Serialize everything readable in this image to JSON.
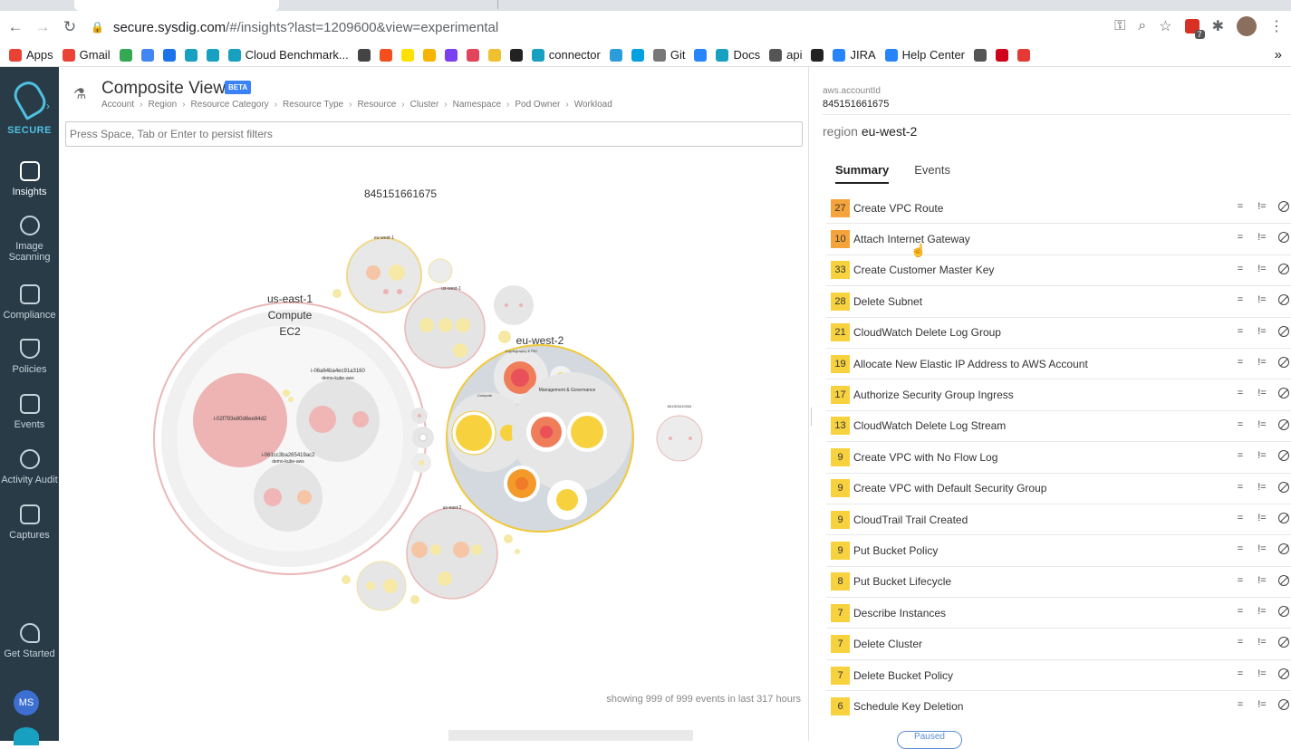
{
  "browser": {
    "url_host": "secure.sysdig.com",
    "url_path": "/#/insights?last=1209600&view=experimental",
    "bookmarks": [
      {
        "label": "Apps",
        "color": "#e94235"
      },
      {
        "label": "Gmail",
        "color": "#ea4335"
      },
      {
        "label": "",
        "color": "#34a853"
      },
      {
        "label": "",
        "color": "#4285f4"
      },
      {
        "label": "",
        "color": "#1a73e8"
      },
      {
        "label": "",
        "color": "#18a0c0"
      },
      {
        "label": "",
        "color": "#18a0c0"
      },
      {
        "label": "Cloud Benchmark...",
        "color": "#18a0c0"
      },
      {
        "label": "",
        "color": "#444"
      },
      {
        "label": "",
        "color": "#f24e1e"
      },
      {
        "label": "",
        "color": "#ffe000"
      },
      {
        "label": "",
        "color": "#f7b500"
      },
      {
        "label": "",
        "color": "#7b3ff2"
      },
      {
        "label": "",
        "color": "#e2445c"
      },
      {
        "label": "",
        "color": "#f0c030"
      },
      {
        "label": "",
        "color": "#222"
      },
      {
        "label": "connector",
        "color": "#18a0c0"
      },
      {
        "label": "",
        "color": "#2d9cdb"
      },
      {
        "label": "",
        "color": "#00a1e0"
      },
      {
        "label": "Git",
        "color": "#777"
      },
      {
        "label": "",
        "color": "#2684ff"
      },
      {
        "label": "Docs",
        "color": "#18a0c0"
      },
      {
        "label": "api",
        "color": "#555"
      },
      {
        "label": "",
        "color": "#222"
      },
      {
        "label": "JIRA",
        "color": "#2684ff"
      },
      {
        "label": "Help Center",
        "color": "#2684ff"
      },
      {
        "label": "",
        "color": "#555"
      },
      {
        "label": "",
        "color": "#d0021b"
      },
      {
        "label": "",
        "color": "#e53935"
      }
    ]
  },
  "sidebar": {
    "brand": "SECURE",
    "items": [
      {
        "label": "Insights",
        "active": true
      },
      {
        "label": "Image Scanning",
        "active": false
      },
      {
        "label": "Compliance",
        "active": false
      },
      {
        "label": "Policies",
        "active": false
      },
      {
        "label": "Events",
        "active": false
      },
      {
        "label": "Activity Audit",
        "active": false
      },
      {
        "label": "Captures",
        "active": false
      }
    ],
    "get_started": "Get Started",
    "user_initials": "MS"
  },
  "main": {
    "title": "Composite View",
    "badge": "BETA",
    "breadcrumbs": [
      "Account",
      "Region",
      "Resource Category",
      "Resource Type",
      "Resource",
      "Cluster",
      "Namespace",
      "Pod Owner",
      "Workload"
    ],
    "filter_placeholder": "Press Space, Tab or Enter to persist filters",
    "viz": {
      "account": "845151661675",
      "labels": {
        "us_east_1": "us-east-1",
        "compute": "Compute",
        "ec2": "EC2",
        "eu_west_2": "eu-west-2",
        "instance_a": "i-06a64ba4ec91a3160",
        "instance_a_sub": "demo-kube-aws",
        "instance_b": "i-02f793e80d6ee84d2",
        "instance_c": "i-061cc3ba265419ac2",
        "instance_c_sub": "demo-kube-aws",
        "eu_west_1": "eu-west-1",
        "us_west_1": "us-west-1",
        "us_east_2": "us-east-2",
        "cryptography": "Cryptography & PKI",
        "mgmt_gov": "Management & Governance",
        "compute_small": "Compute",
        "other_account": "661303410334"
      }
    },
    "showing": "showing 999 of 999 events in last 317 hours",
    "paused": "Paused"
  },
  "panel": {
    "account_label": "aws.accountId",
    "account_value": "845151661675",
    "region_label": "region",
    "region_value": "eu-west-2",
    "tabs": [
      "Summary",
      "Events"
    ],
    "active_tab": "Summary",
    "ops": [
      "=",
      "!="
    ],
    "rows": [
      {
        "count": "27",
        "label": "Create VPC Route",
        "color": "#f5a43b"
      },
      {
        "count": "10",
        "label": "Attach Internet Gateway",
        "color": "#f5a43b"
      },
      {
        "count": "33",
        "label": "Create Customer Master Key",
        "color": "#f7d23e"
      },
      {
        "count": "28",
        "label": "Delete Subnet",
        "color": "#f7d23e"
      },
      {
        "count": "21",
        "label": "CloudWatch Delete Log Group",
        "color": "#f7d23e"
      },
      {
        "count": "19",
        "label": "Allocate New Elastic IP Address to AWS Account",
        "color": "#f7d23e"
      },
      {
        "count": "17",
        "label": "Authorize Security Group Ingress",
        "color": "#f7d23e"
      },
      {
        "count": "13",
        "label": "CloudWatch Delete Log Stream",
        "color": "#f7d23e"
      },
      {
        "count": "9",
        "label": "Create VPC with No Flow Log",
        "color": "#f7d23e"
      },
      {
        "count": "9",
        "label": "Create VPC with Default Security Group",
        "color": "#f7d23e"
      },
      {
        "count": "9",
        "label": "CloudTrail Trail Created",
        "color": "#f7d23e"
      },
      {
        "count": "9",
        "label": "Put Bucket Policy",
        "color": "#f7d23e"
      },
      {
        "count": "8",
        "label": "Put Bucket Lifecycle",
        "color": "#f7d23e"
      },
      {
        "count": "7",
        "label": "Describe Instances",
        "color": "#f7d23e"
      },
      {
        "count": "7",
        "label": "Delete Cluster",
        "color": "#f7d23e"
      },
      {
        "count": "7",
        "label": "Delete Bucket Policy",
        "color": "#f7d23e"
      },
      {
        "count": "6",
        "label": "Schedule Key Deletion",
        "color": "#f7d23e"
      }
    ]
  }
}
